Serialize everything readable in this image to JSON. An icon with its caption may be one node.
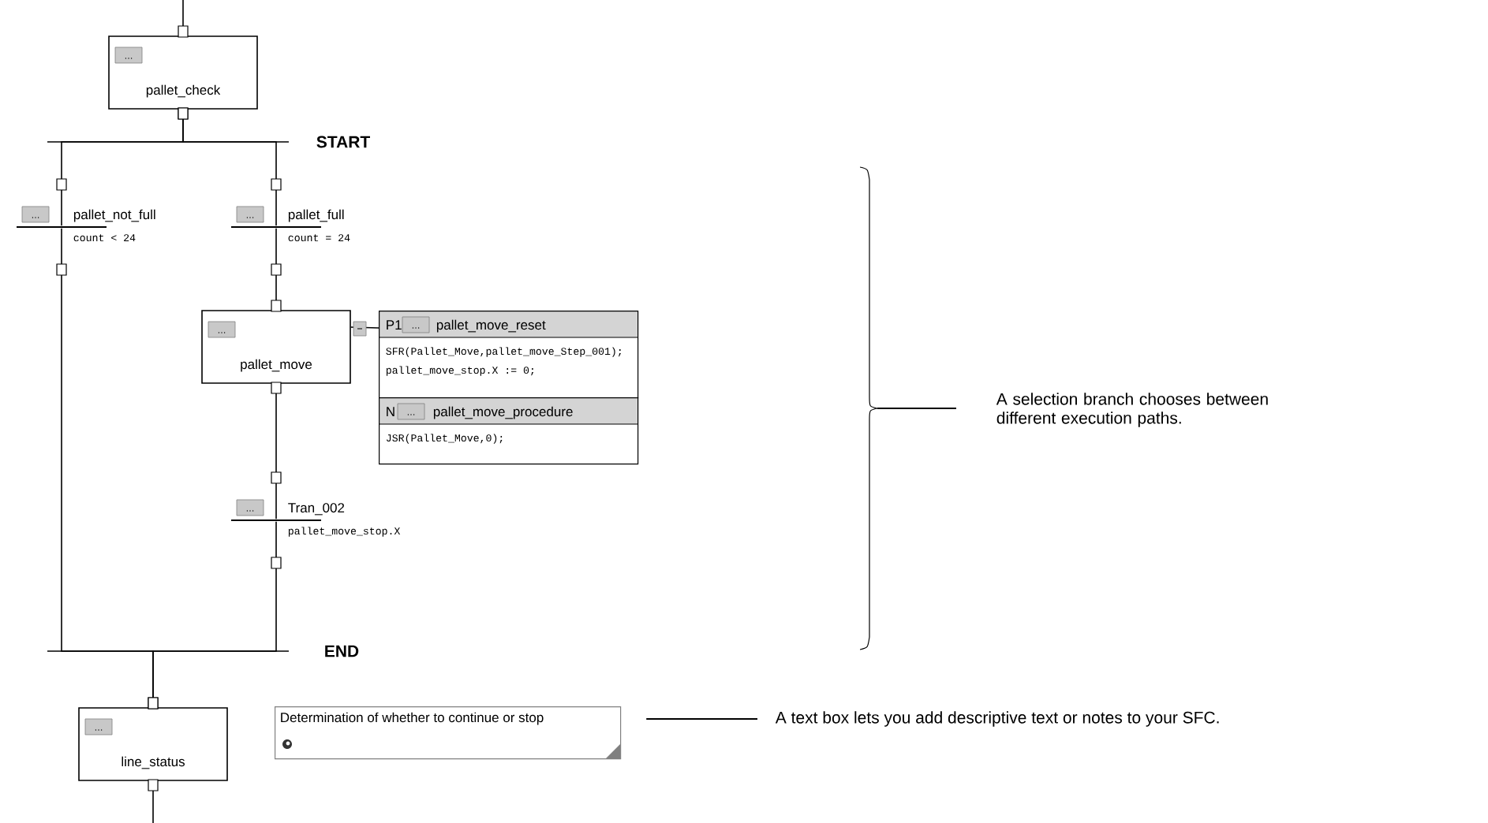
{
  "diagram": {
    "nodes": [
      {
        "text": [
          "pallet_check"
        ]
      },
      {
        "text": [
          "pallet_not_full",
          "count < 24"
        ]
      },
      {
        "text": [
          "pallet_full",
          "count = 24"
        ]
      },
      {
        "text": [
          "pallet_move"
        ]
      },
      {
        "text": [
          "P1",
          "pallet_move_reset",
          "SFR(Pallet_Move,pallet_move_Step_001);",
          "pallet_move_stop.X := 0;"
        ]
      },
      {
        "text": [
          "N",
          "pallet_move_procedure",
          "JSR(Pallet_Move,0);"
        ]
      },
      {
        "text": [
          "Tran_002",
          "pallet_move_stop.X"
        ]
      },
      {
        "text": [
          "line_status"
        ]
      },
      {
        "text": [
          "Determination of whether to continue or stop"
        ]
      },
      {
        "text": [
          "A text box lets you add descriptive text or notes to your SFC."
        ]
      }
    ],
    "edges": [
      {
        "from": null,
        "to": 0,
        "arrow": "other"
      },
      {
        "from": 0,
        "to": 1,
        "arrow": "other"
      },
      {
        "from": 0,
        "to": 2,
        "arrow": "other"
      },
      {
        "from": 2,
        "to": 3,
        "arrow": "other"
      },
      {
        "from": 3,
        "to": 4,
        "arrow": "none"
      },
      {
        "from": 3,
        "to": 6,
        "arrow": "other"
      },
      {
        "from": 1,
        "to": 7,
        "arrow": "other"
      },
      {
        "from": 6,
        "to": 7,
        "arrow": "other"
      },
      {
        "from": 7,
        "to": null,
        "arrow": "other"
      },
      {
        "from": 9,
        "to": 8,
        "arrow": "none"
      }
    ],
    "labels": [
      "START",
      "END",
      "A selection branch chooses between different execution paths."
    ]
  }
}
